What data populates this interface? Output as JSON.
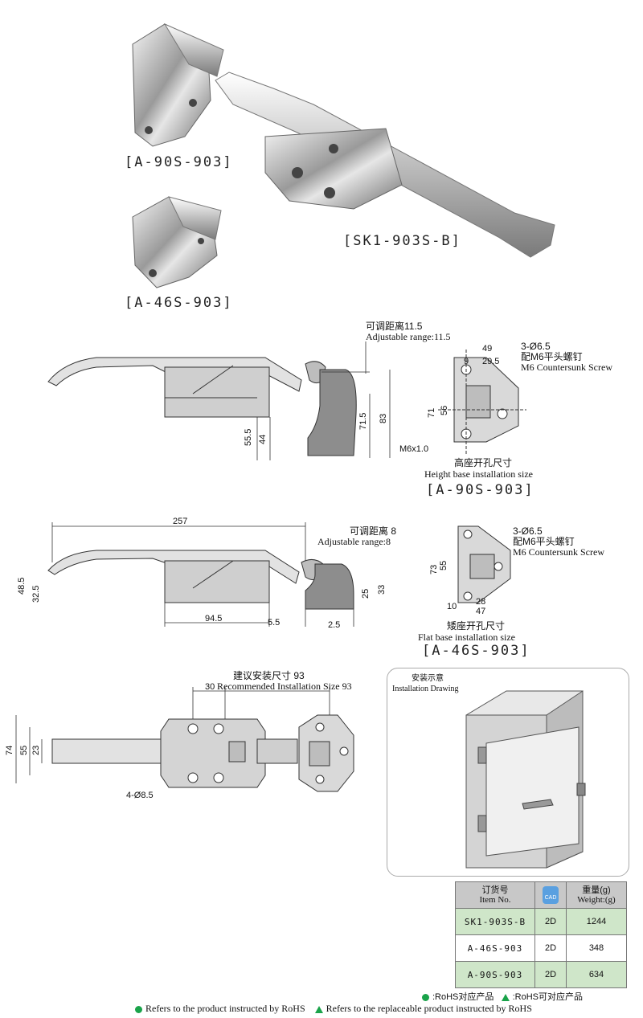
{
  "products": {
    "a90s_caption": "[A-90S-903]",
    "a46s_caption": "[A-46S-903]",
    "sk1_caption": "[SK1-903S-B]"
  },
  "drawing1": {
    "adjust_cn": "可调距离11.5",
    "adjust_en": "Adjustable range:11.5",
    "dims": {
      "d49": "49",
      "d9": "9",
      "d29_5": "29.5",
      "d71": "71",
      "d56": "56",
      "d55_5": "55.5",
      "d44": "44",
      "d71_5": "71.5",
      "d83": "83",
      "m6": "M6x1.0"
    },
    "hole_cn": "3-Ø6.5",
    "screw_cn": "配M6平头螺钉",
    "screw_en": "M6 Countersunk Screw",
    "base_cn": "高座开孔尺寸",
    "base_en": "Height base installation size",
    "caption": "[A-90S-903]"
  },
  "drawing2": {
    "adjust_cn": "可调距离 8",
    "adjust_en": "Adjustable range:8",
    "dims": {
      "d257": "257",
      "d48_5": "48.5",
      "d32_5": "32.5",
      "d94_5": "94.5",
      "d5_5": "5.5",
      "d2_5": "2.5",
      "d25": "25",
      "d33": "33",
      "d73": "73",
      "d55": "55",
      "d10": "10",
      "d28": "28",
      "d47": "47"
    },
    "hole_cn": "3-Ø6.5",
    "screw_cn": "配M6平头螺钉",
    "screw_en": "M6 Countersunk Screw",
    "base_cn": "矮座开孔尺寸",
    "base_en": "Flat base installation size",
    "caption": "[A-46S-903]"
  },
  "drawing3": {
    "rec_cn": "建议安装尺寸 93",
    "rec_en": "Recommended Installation Size 93",
    "dims": {
      "d30": "30",
      "d74": "74",
      "d55": "55",
      "d23": "23",
      "holes": "4-Ø8.5"
    }
  },
  "install": {
    "cn": "安装示意",
    "en": "Installation Drawing"
  },
  "table": {
    "h_item_cn": "订货号",
    "h_item_en": "Item No.",
    "h_cad": "CAD",
    "h_weight_cn": "重量(g)",
    "h_weight_en": "Weight:(g)",
    "rows": [
      {
        "item": "SK1-903S-B",
        "cad": "2D",
        "weight": "1244"
      },
      {
        "item": "A-46S-903",
        "cad": "2D",
        "weight": "348"
      },
      {
        "item": "A-90S-903",
        "cad": "2D",
        "weight": "634"
      }
    ]
  },
  "legend": {
    "rohs_cn": ":RoHS对应产品",
    "rohs_replace_cn": ":RoHS可对应产品",
    "rohs_en": "Refers to the product instructed by RoHS",
    "rohs_replace_en": "Refers to the replaceable product instructed by RoHS"
  },
  "colors": {
    "rohs_green": "#1aa34a",
    "table_green": "#cfe6c9",
    "table_header": "#c8c8c8"
  }
}
